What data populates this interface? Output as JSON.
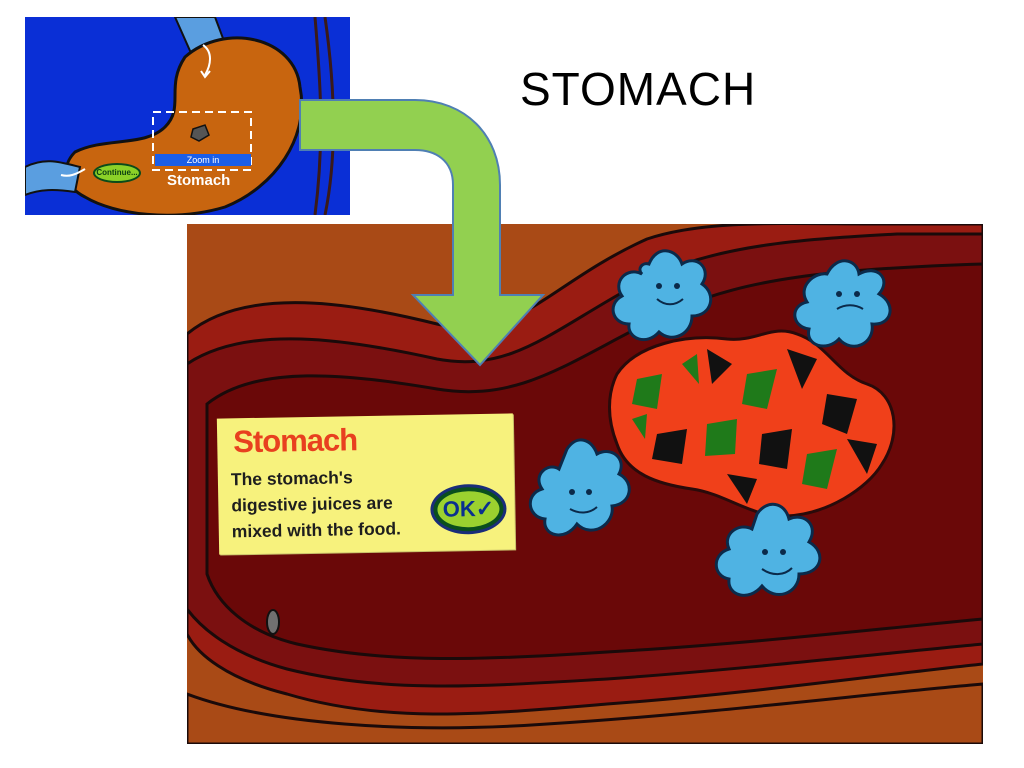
{
  "slide": {
    "title": "STOMACH"
  },
  "thumbnail": {
    "zoom_label": "Zoom in",
    "region_label": "Stomach",
    "continue_label": "Continue..."
  },
  "infobox": {
    "heading": "Stomach",
    "lines": [
      "The stomach's",
      "digestive juices are",
      "mixed with the food."
    ],
    "ok_label": "OK✓"
  },
  "colors": {
    "arrow_fill": "#92d050",
    "arrow_stroke": "#4f7fb3",
    "stomach_orange": "#c8650f",
    "thumb_background": "#0a2fd6",
    "scene_wall": "#8f1d14",
    "scene_lumen": "#6a0a0a",
    "juice_blue": "#4fb3e3",
    "food_red": "#f0401a",
    "food_green": "#1f7a1a"
  },
  "icons": [
    "down-turn-arrow-icon",
    "ok-check-icon"
  ]
}
